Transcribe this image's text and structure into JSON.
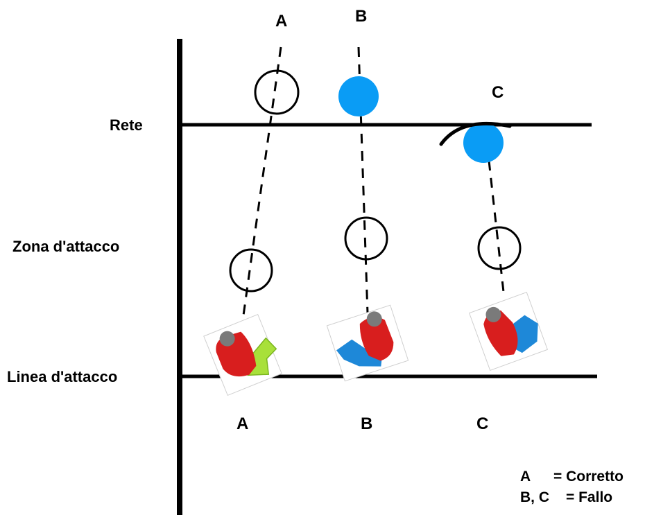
{
  "zone_labels": {
    "net": "Rete",
    "attack_zone": "Zona d'attacco",
    "attack_line": "Linea d'attacco"
  },
  "top_letters": [
    "A",
    "B",
    "C"
  ],
  "bottom_letters": [
    "A",
    "B",
    "C"
  ],
  "legend": {
    "line1_key": "A",
    "line1_value": "= Corretto",
    "line2_key": "B, C",
    "line2_value": "= Fallo"
  },
  "colors": {
    "ball_blue": "#0a9cf5",
    "player_shirt": "#d81e1e",
    "player_hair": "#7a7a7a",
    "legs_green": "#a8e03a",
    "legs_blue": "#1e88d8"
  },
  "icons": [
    "ball-outline-icon",
    "ball-filled-icon",
    "player-icon",
    "block-hand-icon"
  ]
}
